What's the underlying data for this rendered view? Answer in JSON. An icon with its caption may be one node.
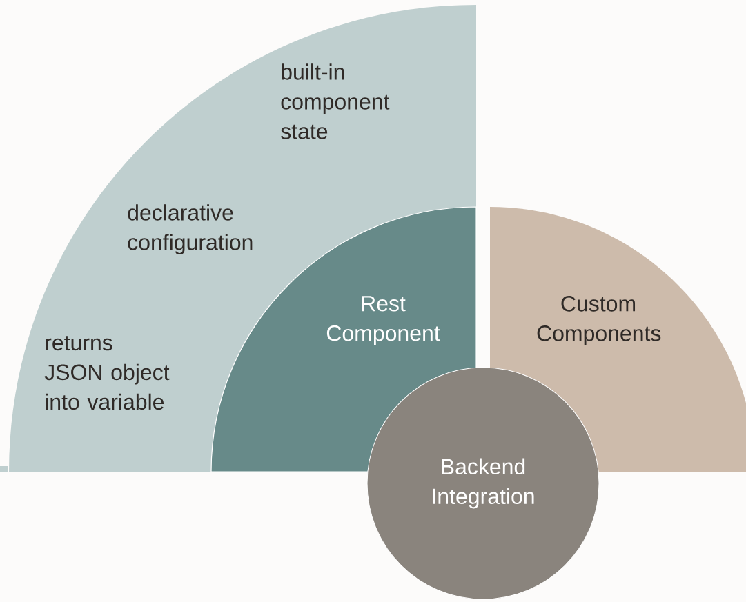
{
  "diagram": {
    "nodes": [
      {
        "text": [
          "built-in component state",
          "declarative configuration",
          "returns JSON object into variable"
        ]
      },
      {
        "text": [
          "Rest Component"
        ],
        "in": 0
      },
      {
        "text": [
          "Custom Components"
        ]
      },
      {
        "text": [
          "Backend Integration"
        ]
      }
    ]
  }
}
